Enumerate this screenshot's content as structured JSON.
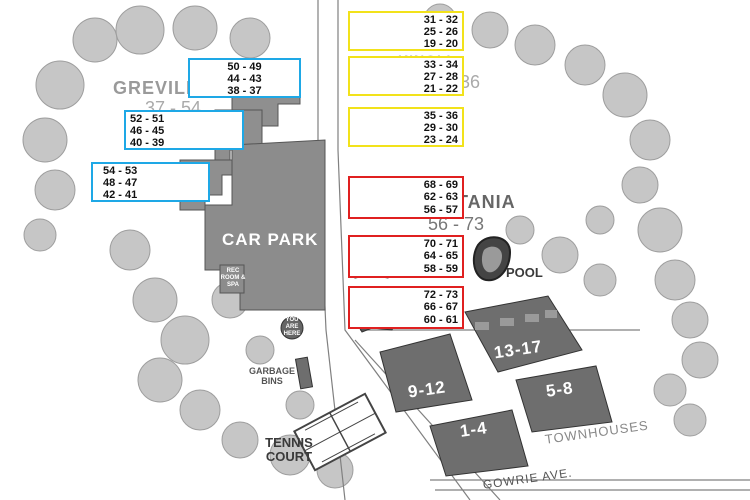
{
  "areas": {
    "grevillea": {
      "name": "GREVILLEA",
      "range": "37 - 54"
    },
    "tristania": {
      "name": "TRISTANIA",
      "range": "56 - 73"
    },
    "kinoli": {
      "name": "KINOLI",
      "range": "36"
    }
  },
  "unit_groups": {
    "blue": [
      {
        "rows": [
          "50 - 49",
          "44 - 43",
          "38 - 37"
        ]
      },
      {
        "rows": [
          "52 - 51",
          "46 - 45",
          "40 - 39"
        ]
      },
      {
        "rows": [
          "54 - 53",
          "48 - 47",
          "42 - 41"
        ]
      }
    ],
    "yellow": [
      {
        "rows": [
          "31 - 32",
          "25 - 26",
          "19 - 20"
        ]
      },
      {
        "rows": [
          "33 - 34",
          "27 - 28",
          "21 - 22"
        ]
      },
      {
        "rows": [
          "35 - 36",
          "29 - 30",
          "23 - 24"
        ]
      }
    ],
    "red": [
      {
        "rows": [
          "68 - 69",
          "62 - 63",
          "56 - 57"
        ]
      },
      {
        "rows": [
          "70 - 71",
          "64 - 65",
          "58 - 59"
        ]
      },
      {
        "rows": [
          "72 - 73",
          "66 - 67",
          "60 - 61"
        ]
      }
    ]
  },
  "labels": {
    "car_park": "CAR PARK",
    "rec_room": "REC ROOM & SPA",
    "you_are_here": "YOU ARE HERE",
    "pool": "POOL",
    "garbage_bins": "GARBAGE BINS",
    "tennis_court": "TENNIS COURT",
    "townhouses": "TOWNHOUSES",
    "street": "GOWRIE AVE."
  },
  "townhouse_blocks": [
    "13-17",
    "9-12",
    "5-8",
    "1-4"
  ],
  "colors": {
    "blue_box": "#1ea8e6",
    "yellow_box": "#f2e21a",
    "red_box": "#e02020",
    "building_gray": "#8c8c8c",
    "building_dark": "#555555",
    "tree_gray": "#c4c4c4"
  }
}
